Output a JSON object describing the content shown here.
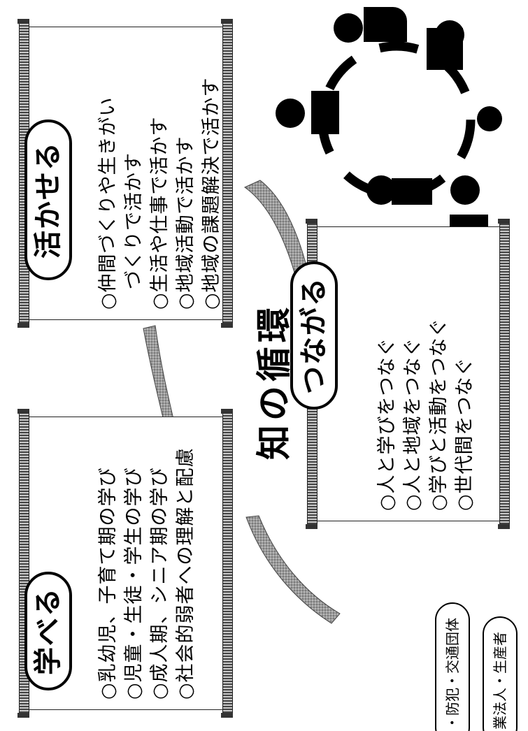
{
  "center_title": "知の循環",
  "cards": {
    "learn": {
      "title": "学べる",
      "items": [
        "○乳幼児、子育て期の学び",
        "○児童・生徒・学生の学び",
        "○成人期、シニア期の学び",
        "○社会的弱者への理解と配慮"
      ]
    },
    "apply": {
      "title": "活かせる",
      "items": [
        [
          "○仲間づくりや生きがい",
          "づくりで活かす"
        ],
        "○生活や仕事で活かす",
        "○地域活動で活かす",
        "○地域の課題解決で活かす"
      ]
    },
    "connect": {
      "title": "つながる",
      "items": [
        "○人と学びをつなぐ",
        "○人と地域をつなぐ",
        "○学びと活動をつなぐ",
        "○世代間をつなぐ"
      ]
    }
  },
  "pills": [
    "・防犯・交通団体",
    "業法人・生産者"
  ],
  "icon": "people-circle-icon"
}
